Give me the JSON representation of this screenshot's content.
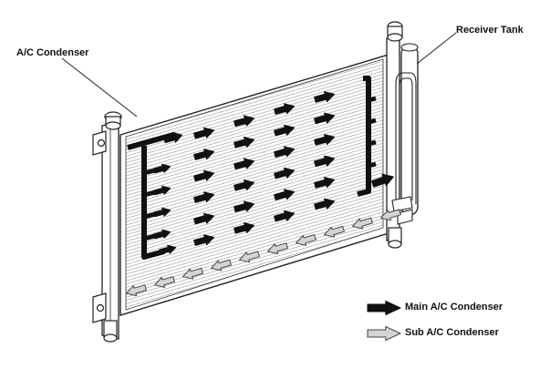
{
  "labels": {
    "condenser": "A/C Condenser",
    "receiver_tank": "Receiver Tank"
  },
  "legend": {
    "main": "Main A/C Condenser",
    "sub": "Sub A/C Condenser"
  },
  "colors": {
    "line": "#222222",
    "fin": "#9a9a9a",
    "main_arrow": "#111111",
    "sub_arrow_fill": "#d4d4d4",
    "sub_arrow_stroke": "#444444",
    "background": "#ffffff"
  }
}
